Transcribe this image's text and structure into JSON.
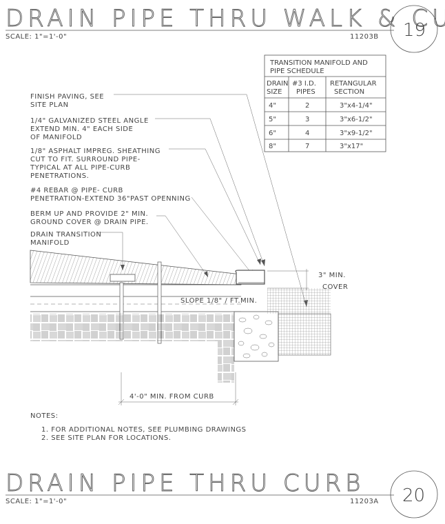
{
  "header": {
    "title": "DRAIN PIPE THRU WALK & CURB",
    "scale": "SCALE: 1\"=1'-0\"",
    "code": "11203B",
    "detail_number": "19"
  },
  "schedule": {
    "title_line1": "TRANSITION MANIFOLD AND",
    "title_line2": "PIPE SCHEDULE",
    "col1_line1": "DRAIN",
    "col1_line2": "SIZE",
    "col2_line1": "#3 I.D.",
    "col2_line2": "PIPES",
    "col3_line1": "RETANGULAR",
    "col3_line2": "SECTION",
    "rows": [
      {
        "size": "4\"",
        "pipes": "2",
        "section": "3\"x4-1/4\""
      },
      {
        "size": "5\"",
        "pipes": "3",
        "section": "3\"x6-1/2\""
      },
      {
        "size": "6\"",
        "pipes": "4",
        "section": "3\"x9-1/2\""
      },
      {
        "size": "8\"",
        "pipes": "7",
        "section": "3\"x17\""
      }
    ]
  },
  "callouts": {
    "finish_paving_1": "FINISH PAVING, SEE",
    "finish_paving_2": "SITE PLAN",
    "angle_1": "1/4\" GALVANIZED STEEL ANGLE",
    "angle_2": "EXTEND MIN. 4\" EACH SIDE",
    "angle_3": "OF MANIFOLD",
    "sheathing_1": "1/8\" ASPHALT IMPREG. SHEATHING",
    "sheathing_2": "CUT TO FIT. SURROUND PIPE-",
    "sheathing_3": "TYPICAL AT ALL PIPE-CURB",
    "sheathing_4": "PENETRATIONS.",
    "rebar_1": "#4 REBAR @ PIPE- CURB",
    "rebar_2": "PENETRATION-EXTEND 36\"PAST OPENNING",
    "berm_1": "BERM UP AND PROVIDE 2\" MIN.",
    "berm_2": "GROUND COVER @ DRAIN PIPE.",
    "manifold_1": "DRAIN TRANSITION",
    "manifold_2": "MANIFOLD",
    "cover_1": "3\" MIN.",
    "cover_2": "COVER",
    "slope": "SLOPE 1/8\" / FT.MIN.",
    "dimension": "4'-0\" MIN. FROM CURB"
  },
  "notes": {
    "heading": "NOTES:",
    "items": [
      "1. FOR ADDITIONAL NOTES, SEE PLUMBING DRAWINGS",
      "2. SEE SITE PLAN FOR LOCATIONS."
    ]
  },
  "footer": {
    "title": "DRAIN PIPE THRU CURB",
    "scale": "SCALE: 1\"=1'-0\"",
    "code": "11203A",
    "detail_number": "20"
  }
}
